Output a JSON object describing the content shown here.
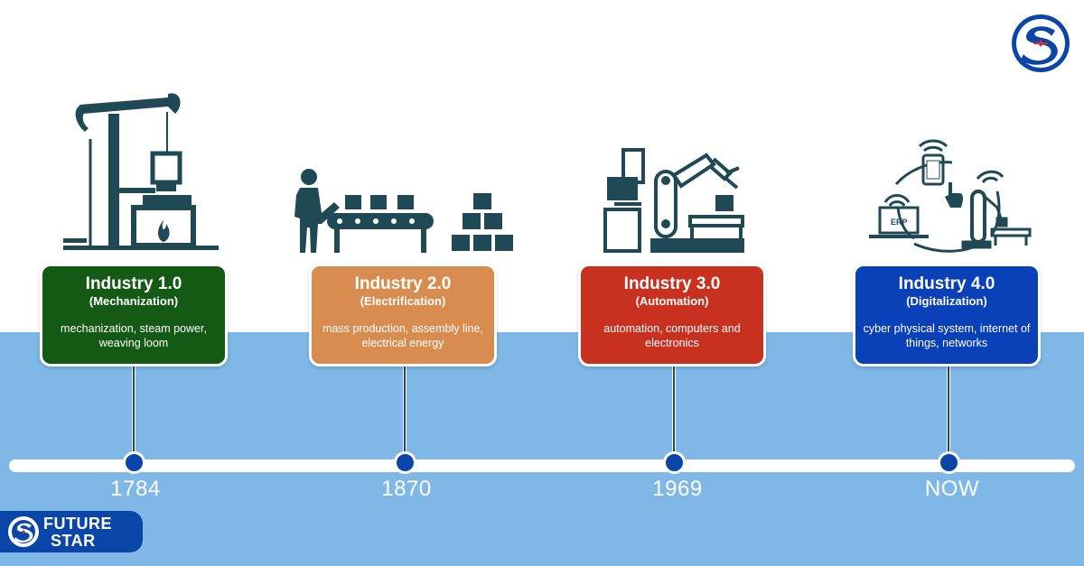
{
  "colors": {
    "band": "#7fb8e6",
    "timeline_dot": "#0a45a8",
    "icon": "#1f4a55",
    "brand": "#0a45a8"
  },
  "stages": [
    {
      "title": "Industry 1.0",
      "subtitle": "(Mechanization)",
      "description": "mechanization, steam power, weaving loom",
      "year": "1784",
      "color": "#155a14",
      "icon": "steam-pump-icon"
    },
    {
      "title": "Industry 2.0",
      "subtitle": "(Electrification)",
      "description": "mass production, assembly line, electrical energy",
      "year": "1870",
      "color": "#d98c50",
      "icon": "assembly-line-icon"
    },
    {
      "title": "Industry 3.0",
      "subtitle": "(Automation)",
      "description": "automation, computers and electronics",
      "year": "1969",
      "color": "#c8311f",
      "icon": "robot-arm-icon"
    },
    {
      "title": "Industry 4.0",
      "subtitle": "(Digitalization)",
      "description": "cyber physical system, internet of things, networks",
      "year": "NOW",
      "color": "#0a40b8",
      "icon": "iot-network-icon"
    }
  ],
  "icon_labels": {
    "erp": "ERP"
  },
  "brand": {
    "line1": "FUTURE",
    "line2": "STAR"
  }
}
